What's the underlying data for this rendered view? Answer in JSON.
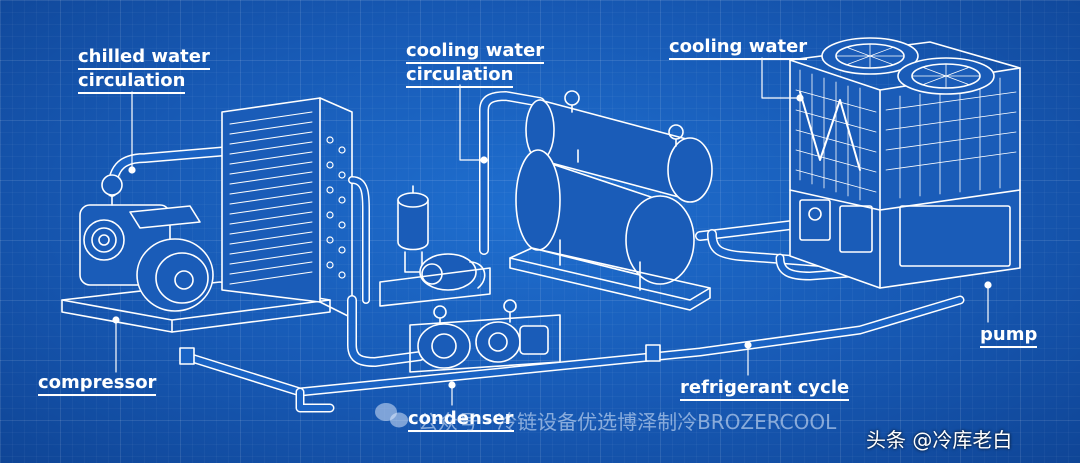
{
  "labels": {
    "chilled_water_line1": "chilled water",
    "chilled_water_line2": "circulation",
    "cooling_water_circ_line1": "cooling water",
    "cooling_water_circ_line2": "circulation",
    "cooling_water": "cooling water",
    "compressor": "compressor",
    "condenser": "condenser",
    "refrigerant_cycle": "refrigerant cycle",
    "pump": "pump"
  },
  "watermark": {
    "text": "公众号 · 冷链设备优选博泽制冷BROZERCOOL",
    "corner": "头条 @冷库老白"
  },
  "colors": {
    "background": "#1759b4",
    "line": "#ffffff"
  },
  "icons": {
    "watermark_logo": "wechat-logo-icon"
  }
}
